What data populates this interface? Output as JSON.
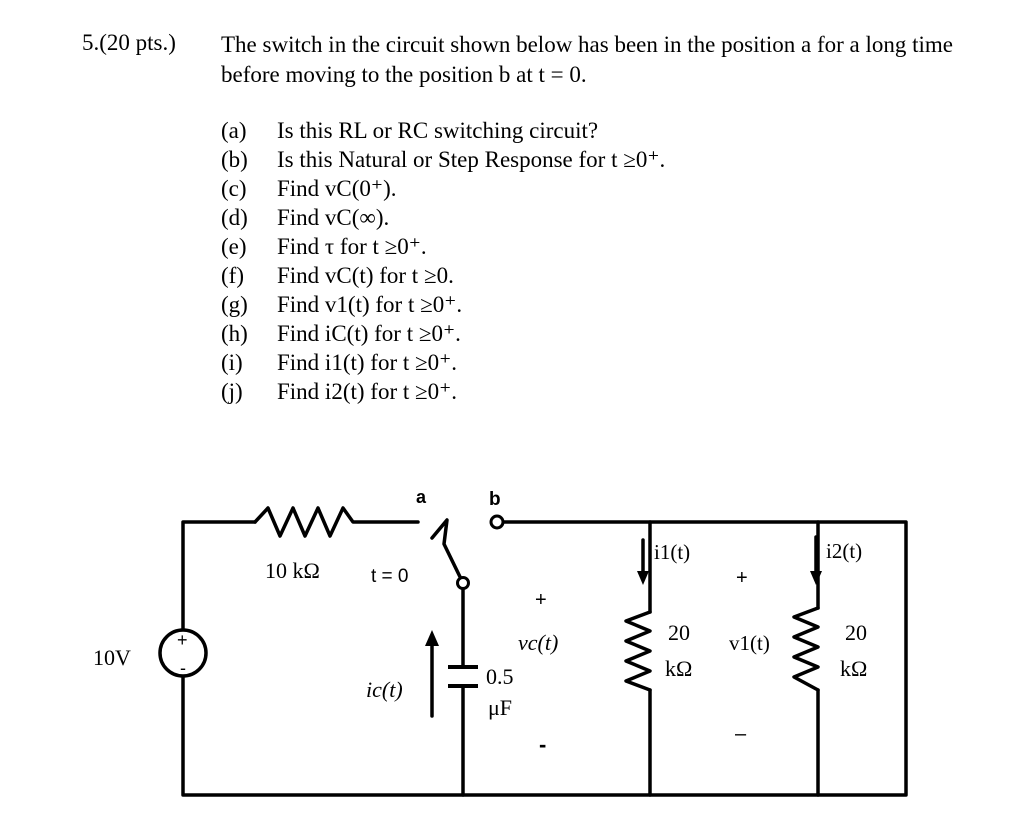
{
  "problem": {
    "number": "5.(20 pts.)",
    "statement": "The switch in the circuit shown below has been in the position a for a long time before moving to the position b at t = 0."
  },
  "questions": [
    {
      "label": "(a)",
      "text": "Is this RL or RC switching circuit?"
    },
    {
      "label": "(b)",
      "text": "Is this Natural or Step Response for t ≥0⁺."
    },
    {
      "label": "(c)",
      "text": "Find vC(0⁺)."
    },
    {
      "label": "(d)",
      "text": "Find vC(∞)."
    },
    {
      "label": "(e)",
      "text": "Find τ for t ≥0⁺."
    },
    {
      "label": "(f)",
      "text": "Find vC(t) for t ≥0."
    },
    {
      "label": "(g)",
      "text": "Find v1(t) for t ≥0⁺."
    },
    {
      "label": "(h)",
      "text": "Find iC(t) for t ≥0⁺."
    },
    {
      "label": "(i)",
      "text": "Find i1(t) for t ≥0⁺."
    },
    {
      "label": "(j)",
      "text": "Find i2(t) for t ≥0⁺."
    }
  ],
  "circuit": {
    "source_label": "10V",
    "source_plus": "+",
    "source_minus": "-",
    "resistor1_label": "10 kΩ",
    "switch_time": "t = 0",
    "switch_a": "a",
    "switch_b": "b",
    "capacitor_label_value": "0.5",
    "capacitor_label_unit": "μF",
    "capacitor_voltage_label": "vc(t)",
    "capacitor_plus": "+",
    "capacitor_minus": "-",
    "capacitor_current_label": "ic(t)",
    "resistor2_current_label": "i1(t)",
    "resistor2_value": "20",
    "resistor2_unit": "kΩ",
    "output_voltage_label": "v1(t)",
    "output_plus": "+",
    "output_minus": "–",
    "resistor3_current_label": "i2(t)",
    "resistor3_value": "20",
    "resistor3_unit": "kΩ"
  }
}
